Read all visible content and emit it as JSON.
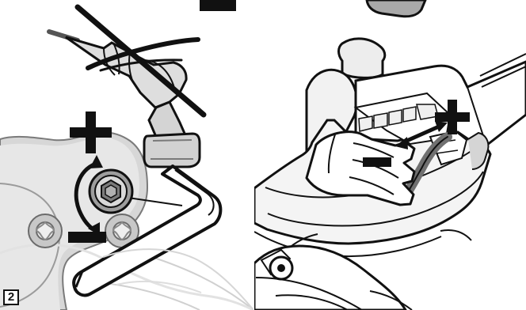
{
  "figure": {
    "step_number": "2",
    "colors": {
      "background": "#ffffff",
      "line": "#111111",
      "shade": "#d8d8d8",
      "mid_shade": "#b9b9b9",
      "dark_shade": "#6f6f6f"
    },
    "icons": {
      "left_panel": "crossed-out-drill-and-hex-key",
      "right_panel": "hand-adjusting-cable-with-plus-minus-arrows"
    },
    "symbols": {
      "plus": "+",
      "minus": "−"
    }
  }
}
